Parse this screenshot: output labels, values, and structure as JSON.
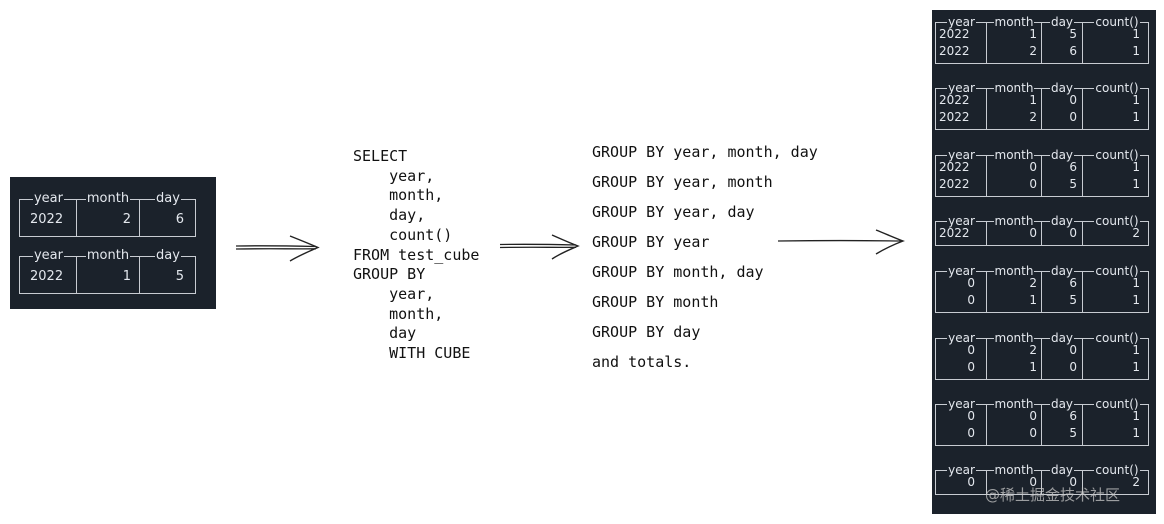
{
  "input_tables": [
    {
      "headers": [
        "year",
        "month",
        "day"
      ],
      "row": [
        "2022",
        "2",
        "6"
      ]
    },
    {
      "headers": [
        "year",
        "month",
        "day"
      ],
      "row": [
        "2022",
        "1",
        "5"
      ]
    }
  ],
  "sql": {
    "lines": [
      "SELECT",
      "    year,",
      "    month,",
      "    day,",
      "    count()",
      "FROM test_cube",
      "GROUP BY",
      "    year,",
      "    month,",
      "    day",
      "    WITH CUBE"
    ]
  },
  "grouping_sets": [
    "GROUP BY year, month, day",
    "GROUP BY year, month",
    "GROUP BY year, day",
    "GROUP BY year",
    "GROUP BY month, day",
    "GROUP BY month",
    "GROUP BY day",
    "and totals."
  ],
  "result_tables": [
    {
      "headers": [
        "year",
        "month",
        "day",
        "count()"
      ],
      "rows": [
        [
          "2022",
          "1",
          "5",
          "1"
        ],
        [
          "2022",
          "2",
          "6",
          "1"
        ]
      ]
    },
    {
      "headers": [
        "year",
        "month",
        "day",
        "count()"
      ],
      "rows": [
        [
          "2022",
          "1",
          "0",
          "1"
        ],
        [
          "2022",
          "2",
          "0",
          "1"
        ]
      ]
    },
    {
      "headers": [
        "year",
        "month",
        "day",
        "count()"
      ],
      "rows": [
        [
          "2022",
          "0",
          "6",
          "1"
        ],
        [
          "2022",
          "0",
          "5",
          "1"
        ]
      ]
    },
    {
      "headers": [
        "year",
        "month",
        "day",
        "count()"
      ],
      "rows": [
        [
          "2022",
          "0",
          "0",
          "2"
        ]
      ]
    },
    {
      "headers": [
        "year",
        "month",
        "day",
        "count()"
      ],
      "rows": [
        [
          "0",
          "2",
          "6",
          "1"
        ],
        [
          "0",
          "1",
          "5",
          "1"
        ]
      ]
    },
    {
      "headers": [
        "year",
        "month",
        "day",
        "count()"
      ],
      "rows": [
        [
          "0",
          "2",
          "0",
          "1"
        ],
        [
          "0",
          "1",
          "0",
          "1"
        ]
      ]
    },
    {
      "headers": [
        "year",
        "month",
        "day",
        "count()"
      ],
      "rows": [
        [
          "0",
          "0",
          "6",
          "1"
        ],
        [
          "0",
          "0",
          "5",
          "1"
        ]
      ]
    },
    {
      "headers": [
        "year",
        "month",
        "day",
        "count()"
      ],
      "rows": [
        [
          "0",
          "0",
          "0",
          "2"
        ]
      ]
    }
  ],
  "watermark": "@稀土掘金技术社区",
  "colors": {
    "panel_bg": "#1b222b",
    "panel_text": "#e4e8ee",
    "table_border": "#c8ccd2"
  }
}
